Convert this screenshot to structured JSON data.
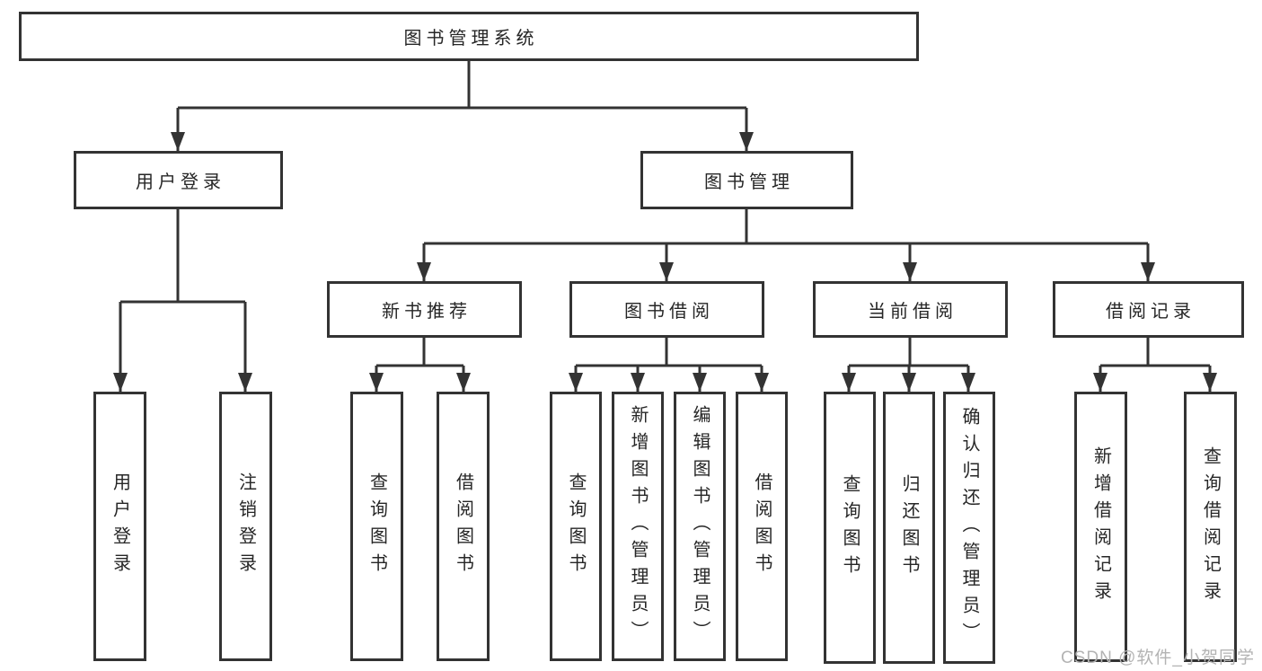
{
  "root": {
    "label": "图书管理系统"
  },
  "level2": [
    {
      "label": "用户登录"
    },
    {
      "label": "图书管理"
    }
  ],
  "level3": [
    {
      "label": "新书推荐"
    },
    {
      "label": "图书借阅"
    },
    {
      "label": "当前借阅"
    },
    {
      "label": "借阅记录"
    }
  ],
  "leaves": {
    "user_login": [
      "用户登录",
      "注销登录"
    ],
    "new_book": [
      "查询图书",
      "借阅图书"
    ],
    "book_borrow": [
      "查询图书",
      "新增图书（管理员）",
      "编辑图书（管理员）",
      "借阅图书"
    ],
    "current_borrow": [
      "查询图书",
      "归还图书",
      "确认归还（管理员）"
    ],
    "borrow_record": [
      "新增借阅记录",
      "查询借阅记录"
    ]
  },
  "watermark": {
    "text": "CSDN @软件_小贺同学",
    "color": "#b3b3b3"
  },
  "colors": {
    "line": "#333333",
    "text": "#262626",
    "background": "#ffffff"
  }
}
